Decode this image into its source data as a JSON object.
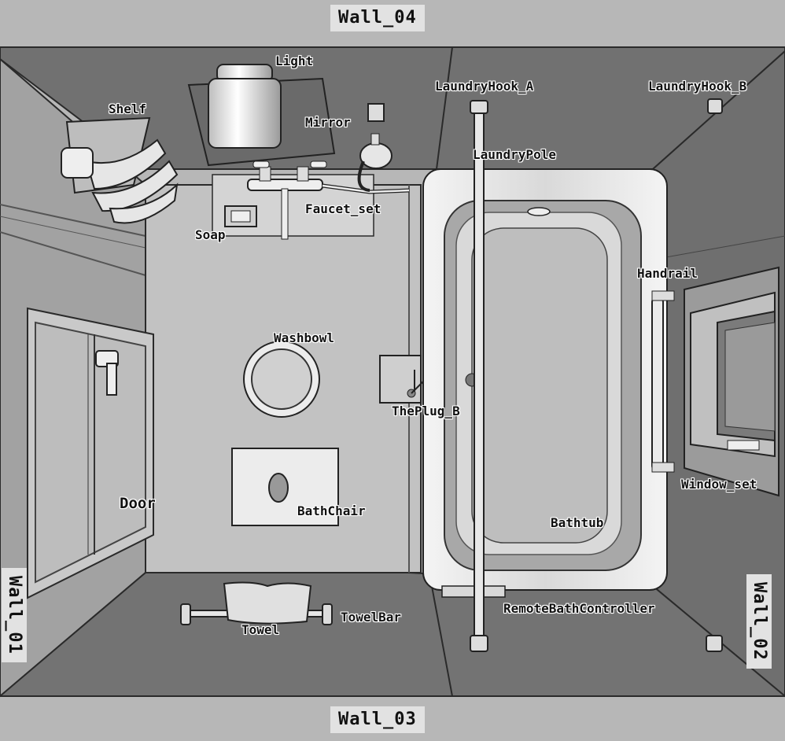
{
  "walls": {
    "top": "Wall_04",
    "bottom": "Wall_03",
    "left": "Wall_01",
    "right": "Wall_02"
  },
  "labels": {
    "light": "Light",
    "shelf": "Shelf",
    "mirror": "Mirror",
    "laundry_hook_a": "LaundryHook_A",
    "laundry_hook_b": "LaundryHook_B",
    "laundry_pole": "LaundryPole",
    "faucet_set": "Faucet_set",
    "soap": "Soap",
    "handrail": "Handrail",
    "washbowl": "Washbowl",
    "the_plug_b": "ThePlug_B",
    "window_set": "Window_set",
    "door": "Door",
    "bath_chair": "BathChair",
    "bathtub": "Bathtub",
    "remote_bath_controller": "RemoteBathController",
    "towel_bar": "TowelBar",
    "towel": "Towel"
  },
  "colors": {
    "background": "#b7b7b7",
    "wall_dark": "#6e6e6e",
    "wall_mid": "#9a9a9a",
    "floor": "#c4c4c4",
    "fixture": "#e8e8e8",
    "outline": "#2a2a2a"
  }
}
